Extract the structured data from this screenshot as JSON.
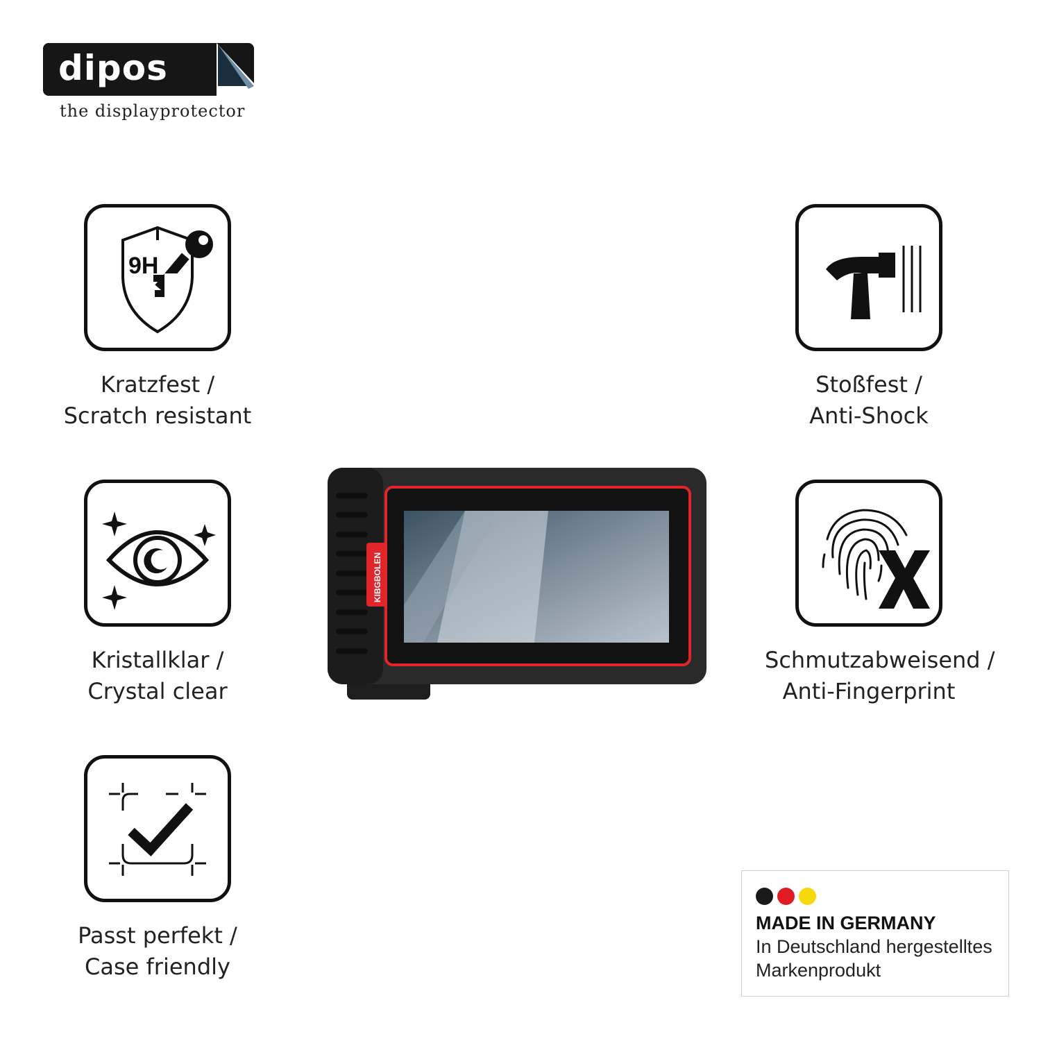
{
  "brand": {
    "name": "dipos",
    "tagline": "the displayprotector"
  },
  "features": [
    {
      "icon": "shield-key-9h-icon",
      "badge_text": "9H",
      "line1": "Kratzfest /",
      "line2": "Scratch resistant"
    },
    {
      "icon": "eye-sparkle-icon",
      "line1": "Kristallklar /",
      "line2": "Crystal clear"
    },
    {
      "icon": "check-frame-icon",
      "line1": "Passt perfekt /",
      "line2": "Case friendly"
    },
    {
      "icon": "hammer-icon",
      "line1": "Stoßfest /",
      "line2": "Anti-Shock"
    },
    {
      "icon": "fingerprint-x-icon",
      "line1": "Schmutzabweisend /",
      "line2": "Anti-Fingerprint"
    }
  ],
  "device": {
    "brand_label": "KIBGBOLEN",
    "accent_color": "#e0262b",
    "body_color": "#2a2a2a"
  },
  "made_in": {
    "flag_colors": [
      "#1a1a1a",
      "#e01b24",
      "#f5d90a"
    ],
    "title": "MADE IN GERMANY",
    "line1": "In Deutschland hergestelltes",
    "line2": "Markenprodukt"
  }
}
